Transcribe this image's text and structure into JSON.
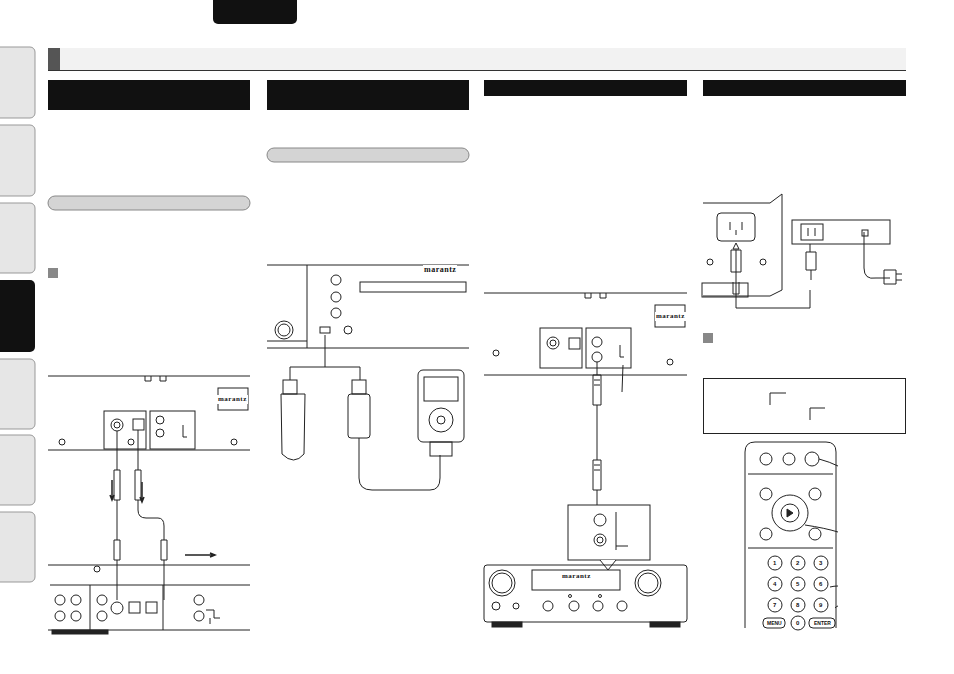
{
  "diagram": {
    "labels": [
      "marantz",
      "marantz",
      "marantz",
      "marantz",
      "1",
      "2",
      "3",
      "4",
      "5",
      "6",
      "7",
      "8",
      "9",
      "MENU",
      "0",
      "ENTER"
    ]
  }
}
